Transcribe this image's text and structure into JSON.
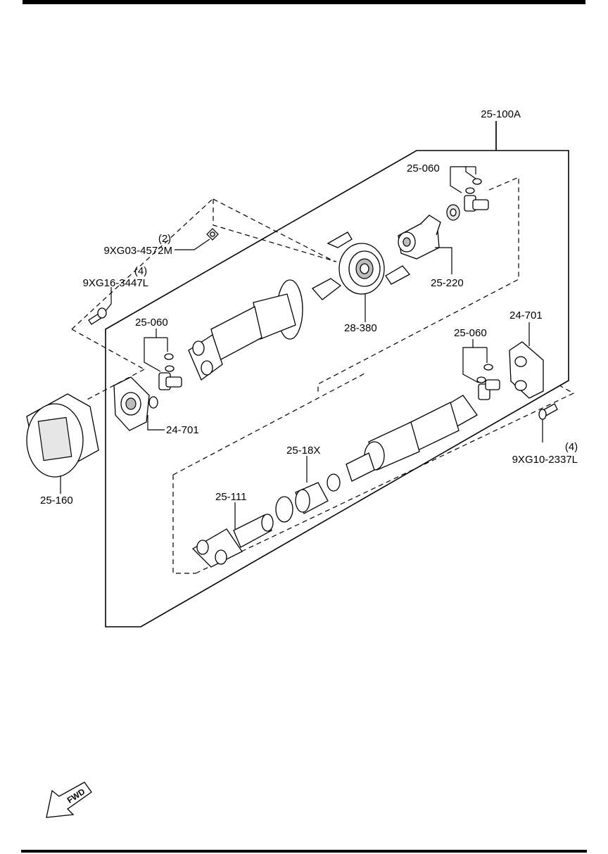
{
  "labels": {
    "assembly": "25-100A",
    "ujoint_top": "25-060",
    "bolt_top_qty": "(2)",
    "bolt_top": "9XG03-4572M",
    "bolt_left_qty": "(4)",
    "bolt_left": "9XG16-3447L",
    "ujoint_left": "25-060",
    "yoke_top": "25-220",
    "bearing": "28-380",
    "flange_left": "24-701",
    "ujoint_right": "25-060",
    "flange_right": "24-701",
    "bolt_right_qty": "(4)",
    "bolt_right": "9XG10-2337L",
    "boot": "25-18X",
    "shaft_front": "25-111",
    "tool": "25-160",
    "fwd": "FWD"
  }
}
